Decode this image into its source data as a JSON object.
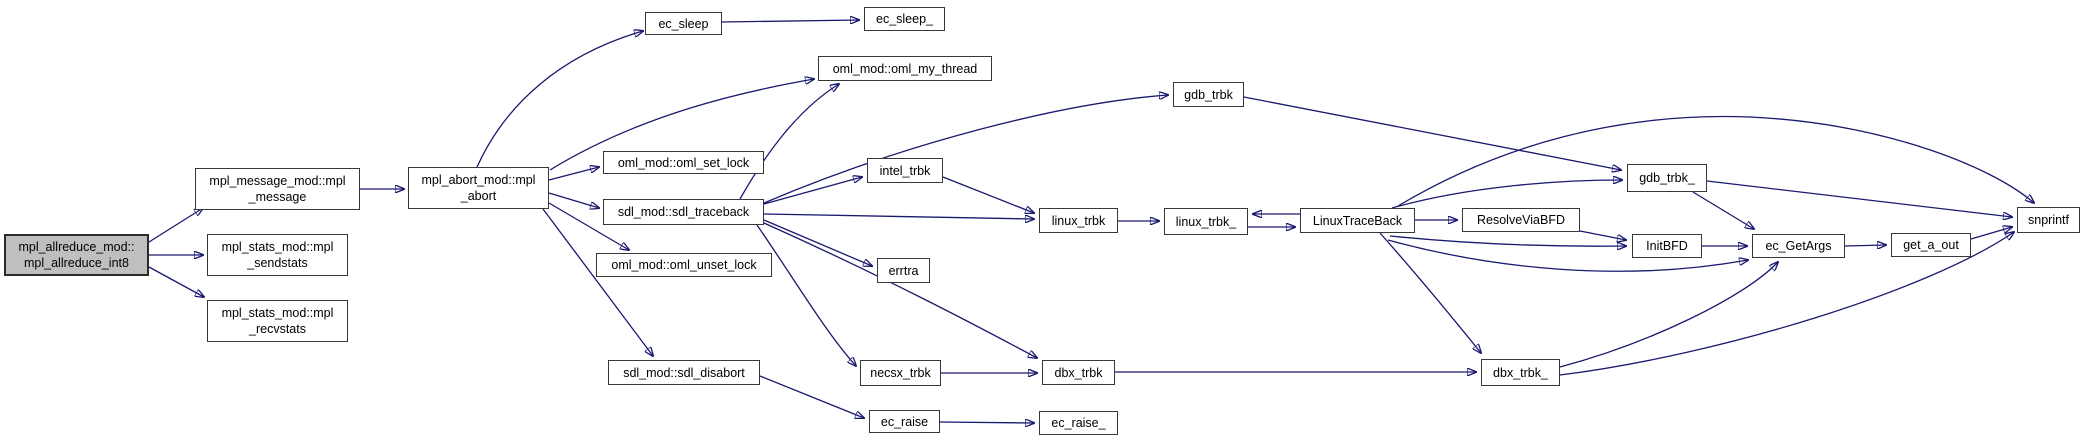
{
  "diagram": {
    "type": "call-graph",
    "background_color": "#ffffff",
    "edge_color": "#191970",
    "node_fill": "#ffffff",
    "node_border_color": "#383838",
    "root_node_fill": "#bfbfbf",
    "text_color": "#000000"
  },
  "nodes": [
    {
      "id": "mpl_allreduce_int8",
      "label": "mpl_allreduce_mod::\nmpl_allreduce_int8",
      "root": true
    },
    {
      "id": "mpl_message",
      "label": "mpl_message_mod::mpl\n_message"
    },
    {
      "id": "mpl_sendstats",
      "label": "mpl_stats_mod::mpl\n_sendstats"
    },
    {
      "id": "mpl_recvstats",
      "label": "mpl_stats_mod::mpl\n_recvstats"
    },
    {
      "id": "mpl_abort",
      "label": "mpl_abort_mod::mpl\n_abort"
    },
    {
      "id": "ec_sleep",
      "label": "ec_sleep"
    },
    {
      "id": "ec_sleep_",
      "label": "ec_sleep_"
    },
    {
      "id": "oml_my_thread",
      "label": "oml_mod::oml_my_thread"
    },
    {
      "id": "oml_set_lock",
      "label": "oml_mod::oml_set_lock"
    },
    {
      "id": "sdl_traceback",
      "label": "sdl_mod::sdl_traceback"
    },
    {
      "id": "oml_unset_lock",
      "label": "oml_mod::oml_unset_lock"
    },
    {
      "id": "sdl_disabort",
      "label": "sdl_mod::sdl_disabort"
    },
    {
      "id": "intel_trbk",
      "label": "intel_trbk"
    },
    {
      "id": "errtra",
      "label": "errtra"
    },
    {
      "id": "necsx_trbk",
      "label": "necsx_trbk"
    },
    {
      "id": "ec_raise",
      "label": "ec_raise"
    },
    {
      "id": "ec_raise_",
      "label": "ec_raise_"
    },
    {
      "id": "dbx_trbk",
      "label": "dbx_trbk"
    },
    {
      "id": "gdb_trbk",
      "label": "gdb_trbk"
    },
    {
      "id": "linux_trbk",
      "label": "linux_trbk"
    },
    {
      "id": "linux_trbk_",
      "label": "linux_trbk_"
    },
    {
      "id": "LinuxTraceBack",
      "label": "LinuxTraceBack"
    },
    {
      "id": "ResolveViaBFD",
      "label": "ResolveViaBFD"
    },
    {
      "id": "gdb_trbk_",
      "label": "gdb_trbk_"
    },
    {
      "id": "InitBFD",
      "label": "InitBFD"
    },
    {
      "id": "ec_GetArgs",
      "label": "ec_GetArgs"
    },
    {
      "id": "get_a_out",
      "label": "get_a_out"
    },
    {
      "id": "snprintf",
      "label": "snprintf"
    },
    {
      "id": "dbx_trbk_",
      "label": "dbx_trbk_"
    }
  ],
  "edges": [
    {
      "from": "mpl_allreduce_int8",
      "to": "mpl_message"
    },
    {
      "from": "mpl_allreduce_int8",
      "to": "mpl_sendstats"
    },
    {
      "from": "mpl_allreduce_int8",
      "to": "mpl_recvstats"
    },
    {
      "from": "mpl_message",
      "to": "mpl_abort"
    },
    {
      "from": "mpl_abort",
      "to": "ec_sleep"
    },
    {
      "from": "mpl_abort",
      "to": "oml_my_thread"
    },
    {
      "from": "mpl_abort",
      "to": "oml_set_lock"
    },
    {
      "from": "mpl_abort",
      "to": "sdl_traceback"
    },
    {
      "from": "mpl_abort",
      "to": "oml_unset_lock"
    },
    {
      "from": "mpl_abort",
      "to": "sdl_disabort"
    },
    {
      "from": "ec_sleep",
      "to": "ec_sleep_"
    },
    {
      "from": "sdl_traceback",
      "to": "oml_my_thread"
    },
    {
      "from": "sdl_traceback",
      "to": "gdb_trbk"
    },
    {
      "from": "sdl_traceback",
      "to": "intel_trbk"
    },
    {
      "from": "sdl_traceback",
      "to": "linux_trbk"
    },
    {
      "from": "sdl_traceback",
      "to": "errtra"
    },
    {
      "from": "sdl_traceback",
      "to": "necsx_trbk"
    },
    {
      "from": "sdl_traceback",
      "to": "dbx_trbk"
    },
    {
      "from": "sdl_disabort",
      "to": "ec_raise"
    },
    {
      "from": "ec_raise",
      "to": "ec_raise_"
    },
    {
      "from": "intel_trbk",
      "to": "linux_trbk"
    },
    {
      "from": "linux_trbk",
      "to": "linux_trbk_"
    },
    {
      "from": "linux_trbk_",
      "to": "LinuxTraceBack"
    },
    {
      "from": "LinuxTraceBack",
      "to": "linux_trbk_"
    },
    {
      "from": "LinuxTraceBack",
      "to": "ResolveViaBFD"
    },
    {
      "from": "LinuxTraceBack",
      "to": "gdb_trbk_"
    },
    {
      "from": "LinuxTraceBack",
      "to": "snprintf"
    },
    {
      "from": "LinuxTraceBack",
      "to": "InitBFD"
    },
    {
      "from": "LinuxTraceBack",
      "to": "ec_GetArgs"
    },
    {
      "from": "LinuxTraceBack",
      "to": "dbx_trbk_"
    },
    {
      "from": "ResolveViaBFD",
      "to": "InitBFD"
    },
    {
      "from": "gdb_trbk",
      "to": "gdb_trbk_"
    },
    {
      "from": "gdb_trbk_",
      "to": "snprintf"
    },
    {
      "from": "gdb_trbk_",
      "to": "ec_GetArgs"
    },
    {
      "from": "InitBFD",
      "to": "ec_GetArgs"
    },
    {
      "from": "ec_GetArgs",
      "to": "get_a_out"
    },
    {
      "from": "get_a_out",
      "to": "snprintf"
    },
    {
      "from": "necsx_trbk",
      "to": "dbx_trbk"
    },
    {
      "from": "dbx_trbk",
      "to": "dbx_trbk_"
    },
    {
      "from": "dbx_trbk_",
      "to": "ec_GetArgs"
    },
    {
      "from": "dbx_trbk_",
      "to": "snprintf"
    }
  ]
}
